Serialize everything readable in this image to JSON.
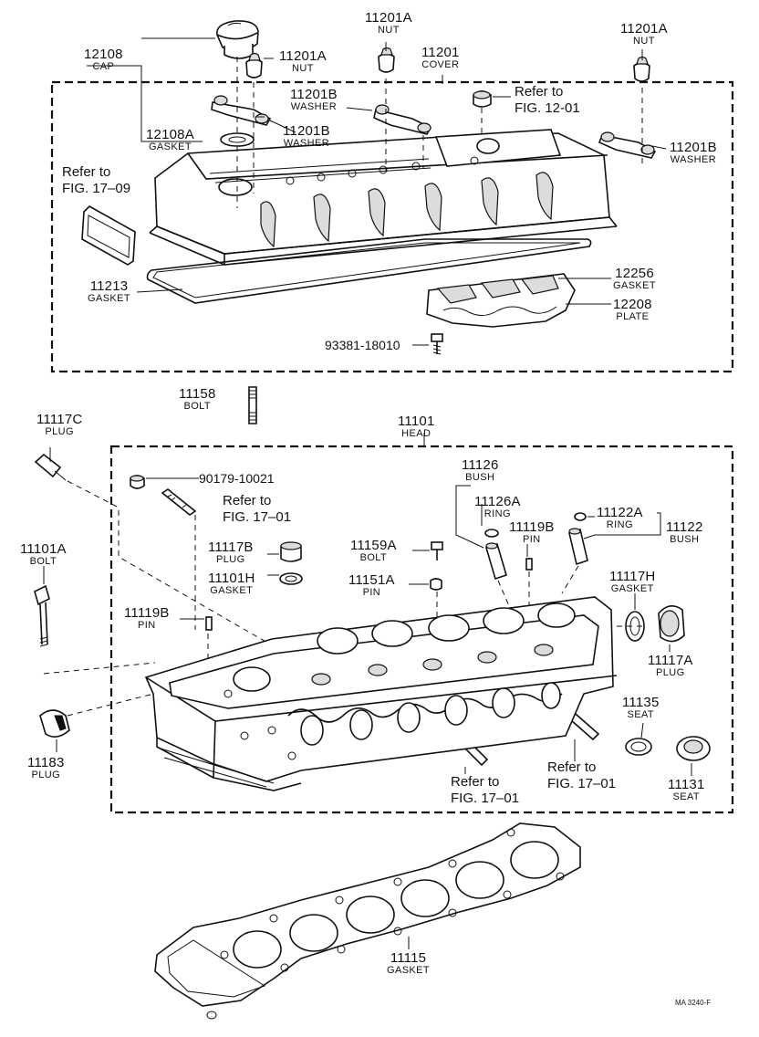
{
  "parts": {
    "p12108": {
      "num": "12108",
      "name": "CAP"
    },
    "p11201A_1": {
      "num": "11201A",
      "name": "NUT"
    },
    "p11201A_2": {
      "num": "11201A",
      "name": "NUT"
    },
    "p11201A_3": {
      "num": "11201A",
      "name": "NUT"
    },
    "p11201": {
      "num": "11201",
      "name": "COVER"
    },
    "p11201B_1": {
      "num": "11201B",
      "name": "WASHER"
    },
    "p11201B_2": {
      "num": "11201B",
      "name": "WASHER"
    },
    "p11201B_3": {
      "num": "11201B",
      "name": "WASHER"
    },
    "p12108A": {
      "num": "12108A",
      "name": "GASKET"
    },
    "p11213": {
      "num": "11213",
      "name": "GASKET"
    },
    "p12256": {
      "num": "12256",
      "name": "GASKET"
    },
    "p12208": {
      "num": "12208",
      "name": "PLATE"
    },
    "p11158": {
      "num": "11158",
      "name": "BOLT"
    },
    "p11101": {
      "num": "11101",
      "name": "HEAD"
    },
    "p11117C": {
      "num": "11117C",
      "name": "PLUG"
    },
    "p11126": {
      "num": "11126",
      "name": "BUSH"
    },
    "p11126A": {
      "num": "11126A",
      "name": "RING"
    },
    "p11122A": {
      "num": "11122A",
      "name": "RING"
    },
    "p11122": {
      "num": "11122",
      "name": "BUSH"
    },
    "p11119B_1": {
      "num": "11119B",
      "name": "PIN"
    },
    "p11119B_2": {
      "num": "11119B",
      "name": "PIN"
    },
    "p11159A": {
      "num": "11159A",
      "name": "BOLT"
    },
    "p11151A": {
      "num": "11151A",
      "name": "PIN"
    },
    "p11117B": {
      "num": "11117B",
      "name": "PLUG"
    },
    "p11101H": {
      "num": "11101H",
      "name": "GASKET"
    },
    "p11101A": {
      "num": "11101A",
      "name": "BOLT"
    },
    "p11117H": {
      "num": "11117H",
      "name": "GASKET"
    },
    "p11117A": {
      "num": "11117A",
      "name": "PLUG"
    },
    "p11135": {
      "num": "11135",
      "name": "SEAT"
    },
    "p11131": {
      "num": "11131",
      "name": "SEAT"
    },
    "p11183": {
      "num": "11183",
      "name": "PLUG"
    },
    "p11115": {
      "num": "11115",
      "name": "GASKET"
    }
  },
  "standalone": {
    "s93381": "93381-18010",
    "s90179": "90179-10021"
  },
  "refs": {
    "r1": {
      "line1": "Refer to",
      "line2": "FIG. 12-01"
    },
    "r2": {
      "line1": "Refer to",
      "line2": "FIG. 17–09"
    },
    "r3": {
      "line1": "Refer to",
      "line2": "FIG. 17–01"
    },
    "r4": {
      "line1": "Refer to",
      "line2": "FIG. 17–01"
    },
    "r5": {
      "line1": "Refer to",
      "line2": "FIG. 17–01"
    }
  },
  "catalog_code": "MA 3240-F"
}
